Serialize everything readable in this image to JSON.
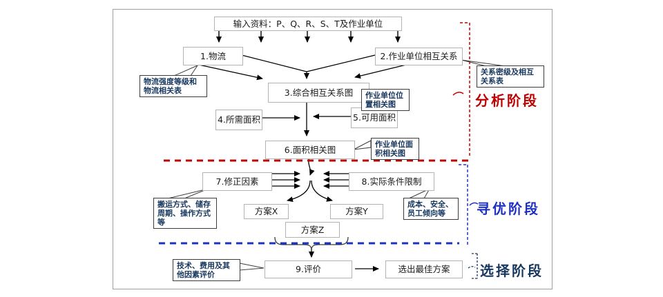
{
  "flowchart": {
    "input": "输入资料：P、Q、R、S、T及作业单位",
    "boxes": {
      "logistics": "1.物流",
      "unit_relations": "2.作业单位相互关系",
      "combined_relations": "3.综合相互关系图",
      "required_area": "4.所需面积",
      "available_area": "5.可用面积",
      "area_diagram": "6.面积相关图",
      "correction_factors": "7.修正因素",
      "practical_limits": "8.实际条件限制",
      "plan_x": "方案X",
      "plan_y": "方案Y",
      "plan_z": "方案Z",
      "evaluation": "9.评价",
      "best_plan": "选出最佳方案"
    },
    "callouts": {
      "logistics_table": "物流强度等级和物流相关表",
      "relation_table": "关系密级及相互关系表",
      "unit_position_diagram": "作业单位位置相关图",
      "unit_area_diagram": "作业单位面积相关图",
      "handling_factors": "搬运方式、储存周期、操作方式等",
      "cost_factors": "成本、安全、员工倾向等",
      "evaluation_factors": "技术、费用及其他因素评价"
    },
    "stages": {
      "analysis": "分析阶段",
      "optimization": "寻优阶段",
      "selection": "选择阶段"
    },
    "colors": {
      "analysis": "#c00000",
      "optimization": "#1f31c5",
      "selection": "#17375e",
      "callout_text": "#17375e",
      "box_border": "#b3b3b3",
      "connector": "#000000"
    }
  }
}
